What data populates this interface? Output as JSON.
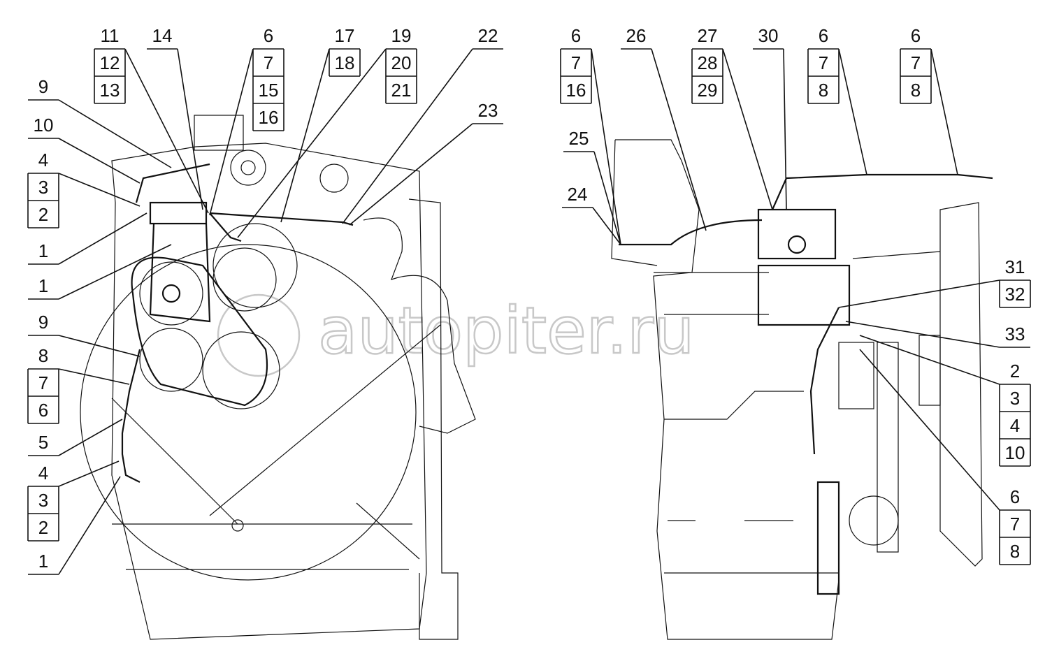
{
  "watermark": "autopiter.ru",
  "left_view": {
    "top_callouts": [
      [
        "11",
        "12",
        "13"
      ],
      [
        "14"
      ],
      [
        "6",
        "7",
        "15",
        "16"
      ],
      [
        "17",
        "18"
      ],
      [
        "19",
        "20",
        "21"
      ],
      [
        "22"
      ],
      [
        "23"
      ]
    ],
    "side_callouts": [
      [
        "9"
      ],
      [
        "10"
      ],
      [
        "4",
        "3",
        "2"
      ],
      [
        "1"
      ],
      [
        "1"
      ],
      [
        "9"
      ],
      [
        "8",
        "7",
        "6"
      ],
      [
        "5"
      ],
      [
        "4",
        "3",
        "2"
      ],
      [
        "1"
      ]
    ]
  },
  "right_view": {
    "top_callouts": [
      [
        "6",
        "7",
        "16"
      ],
      [
        "26"
      ],
      [
        "27",
        "28",
        "29"
      ],
      [
        "30"
      ],
      [
        "6",
        "7",
        "8"
      ],
      [
        "6",
        "7",
        "8"
      ],
      [
        "25"
      ],
      [
        "24"
      ]
    ],
    "side_callouts": [
      [
        "31",
        "32"
      ],
      [
        "33"
      ],
      [
        "2",
        "3",
        "4",
        "10"
      ],
      [
        "6",
        "7",
        "8"
      ]
    ]
  }
}
